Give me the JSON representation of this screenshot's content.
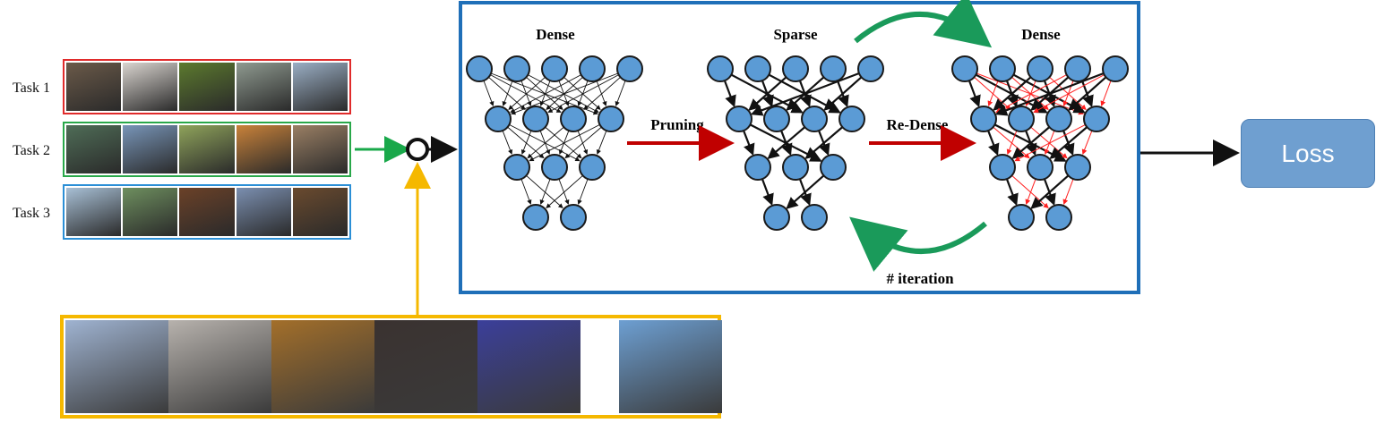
{
  "tasks": [
    {
      "label": "Task 1",
      "color": "#e02b2b",
      "thumbs": [
        "#6b5a49",
        "#d9d4cf",
        "#5c7a2e",
        "#8f9a90",
        "#9aaec4"
      ]
    },
    {
      "label": "Task 2",
      "color": "#29a84a",
      "thumbs": [
        "#4f6d57",
        "#7895b8",
        "#8fa35b",
        "#c9823a",
        "#9a7f64"
      ]
    },
    {
      "label": "Task 3",
      "color": "#2b8fd6",
      "thumbs": [
        "#a8c0d6",
        "#6e8f5f",
        "#6b4128",
        "#7b8fb0",
        "#6a4a2e"
      ]
    }
  ],
  "memory_thumbs": [
    "#9fb3d1",
    "#b7b2ad",
    "#a36f2a",
    "#3a3230",
    "#3b3f9a",
    "#ffffff",
    "#6d9fd2"
  ],
  "network": {
    "stages": [
      {
        "title": "Dense"
      },
      {
        "title": "Sparse"
      },
      {
        "title": "Dense"
      }
    ],
    "pruning_label": "Pruning",
    "redense_label": "Re-Dense",
    "iteration_label": "# iteration",
    "node_color": "#5b9bd5",
    "node_stroke": "#1a1a1a",
    "arrow_red": "#c00000",
    "arrow_green": "#1a9a5a",
    "edge_red": "#ff2020"
  },
  "loss_label": "Loss",
  "colors": {
    "input_arrow": "#19a84a",
    "memory_arrow": "#f5b800",
    "frame": "#1f6fb8"
  }
}
